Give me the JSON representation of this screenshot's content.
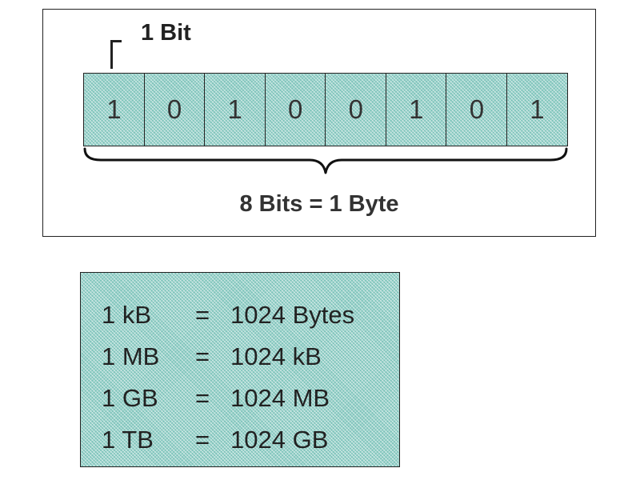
{
  "diagram": {
    "bit_label": "1 Bit",
    "bits": [
      "1",
      "0",
      "1",
      "0",
      "0",
      "1",
      "0",
      "1"
    ],
    "byte_caption": "8 Bits = 1 Byte"
  },
  "units": {
    "rows": [
      {
        "left": "1 kB",
        "eq": "=",
        "right": "1024 Bytes"
      },
      {
        "left": "1 MB",
        "eq": "=",
        "right": "1024 kB"
      },
      {
        "left": "1 GB",
        "eq": "=",
        "right": "1024 MB"
      },
      {
        "left": "1 TB",
        "eq": "=",
        "right": "1024 GB"
      }
    ]
  },
  "colors": {
    "cell_fill": "#7fc4bb",
    "border": "#222222",
    "text": "#333333"
  }
}
